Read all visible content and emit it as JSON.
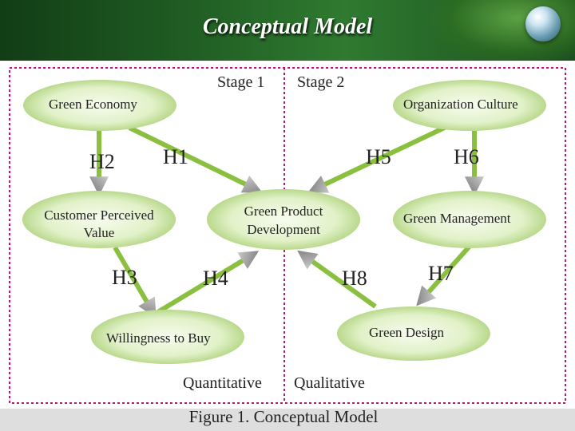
{
  "header": {
    "title": "Conceptual Model"
  },
  "stages": {
    "stage1": "Stage 1",
    "stage2": "Stage 2"
  },
  "nodes": {
    "green_economy": "Green Economy",
    "organization_culture": "Organization Culture",
    "customer_perceived_value": [
      "Customer Perceived",
      "Value"
    ],
    "green_product_development": [
      "Green Product",
      "Development"
    ],
    "green_management": "Green Management",
    "willingness_to_buy": "Willingness to Buy",
    "green_design": "Green Design"
  },
  "hypotheses": [
    "H1",
    "H2",
    "H3",
    "H4",
    "H5",
    "H6",
    "H7",
    "H8"
  ],
  "methods": {
    "quantitative": "Quantitative",
    "qualitative": "Qualitative"
  },
  "caption": "Figure 1. Conceptual  Model",
  "colors": {
    "arrow": "#8bbf3f",
    "arrow_head": "#9a9a9a",
    "frame_dash": "#c2127a",
    "node_fill": "#dff0c4"
  }
}
